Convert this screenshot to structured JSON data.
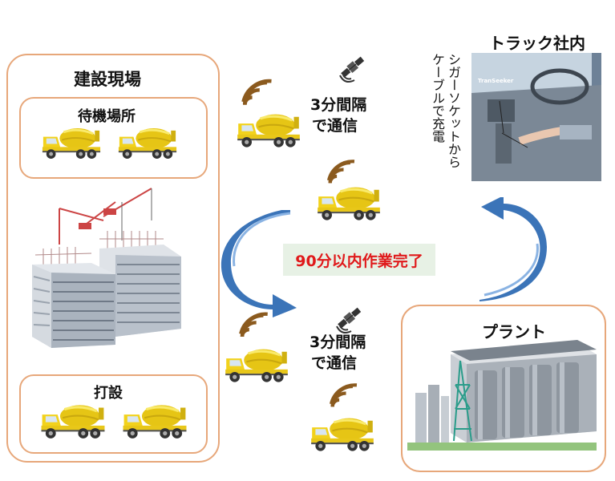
{
  "site": {
    "title": "建設現場",
    "waiting_label": "待機場所",
    "pouring_label": "打設"
  },
  "truck_cabin": {
    "title": "トラック社内",
    "vertical_line1": "シガーソケットから",
    "vertical_line2": "ケーブルで充電",
    "device_label": "TranSeeker"
  },
  "plant": {
    "title": "プラント"
  },
  "comm_top": {
    "line1": "3分間隔",
    "line2": "で通信"
  },
  "comm_bottom": {
    "line1": "3分間隔",
    "line2": "で通信"
  },
  "center": {
    "label": "90分以内作業完了"
  },
  "colors": {
    "panel_border": "#e7a77a",
    "arrow_blue": "#3b74b8",
    "signal_brown": "#8b5a1e",
    "truck_yellow": "#f2d21c",
    "highlight_red": "#e0191b",
    "highlight_bg": "#e7f1e5"
  },
  "icons": [
    "mixer-truck-icon",
    "satellite-icon",
    "signal-icon",
    "building-icon",
    "plant-icon"
  ]
}
